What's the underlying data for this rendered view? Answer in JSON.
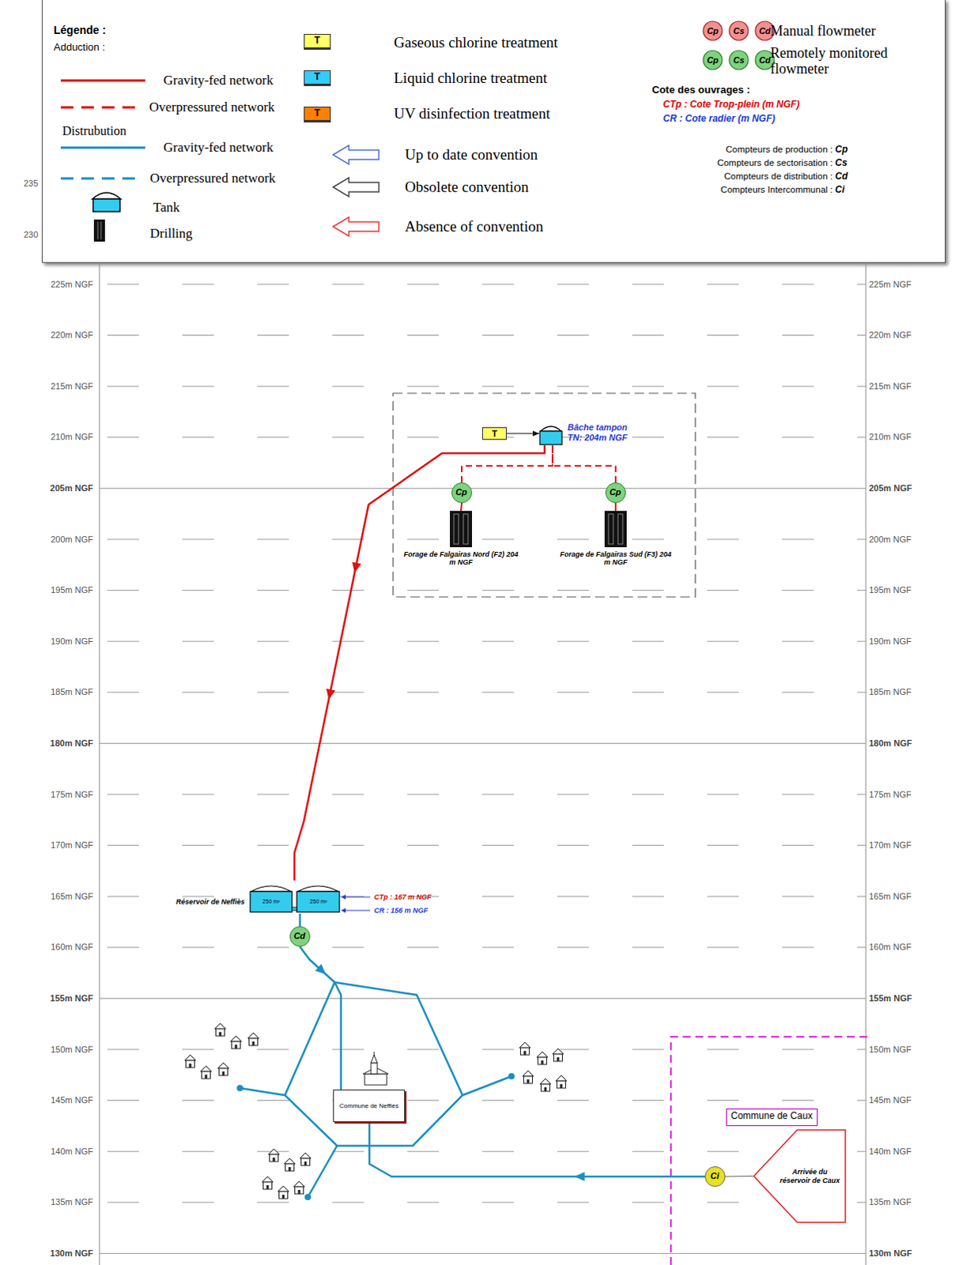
{
  "diagram": {
    "title": "Légende :",
    "nodes": [
      {
        "text": [
          "T"
        ]
      },
      {
        "text": [
          "Bâche tampon TN: 204m NGF"
        ]
      },
      {
        "text": [
          "Cp"
        ]
      },
      {
        "text": [
          "Cp"
        ]
      },
      {
        "text": [
          "Forage de Falgairas Nord (F2) 204 m NGF"
        ]
      },
      {
        "text": [
          "Forage de Falgairas Sud (F3) 204 m NGF"
        ]
      },
      {
        "text": [
          "Réservoir de Neffiès",
          "250 m³",
          "250 m³"
        ]
      },
      {
        "text": [
          "Cd"
        ]
      },
      {
        "text": [
          "Commune de Neffiès"
        ]
      },
      {
        "text": [
          "Commune de Caux"
        ]
      },
      {
        "text": [
          "Ci"
        ]
      },
      {
        "text": [
          "Arrivée du réservoir de Caux"
        ]
      }
    ],
    "edges": [
      {
        "from": 0,
        "to": 1,
        "arrow": "to"
      },
      {
        "from": 2,
        "to": 1,
        "arrow": "none"
      },
      {
        "from": 3,
        "to": 1,
        "arrow": "none"
      },
      {
        "from": 4,
        "to": 2,
        "arrow": "none"
      },
      {
        "from": 5,
        "to": 3,
        "arrow": "none"
      },
      {
        "from": 1,
        "to": 6,
        "arrow": "to"
      },
      {
        "from": 6,
        "to": 7,
        "arrow": "none"
      },
      {
        "from": 7,
        "to": 8,
        "arrow": "to"
      },
      {
        "from": 11,
        "to": 10,
        "arrow": "none"
      },
      {
        "from": 10,
        "to": 8,
        "arrow": "to"
      }
    ],
    "labels": [
      "Adduction :",
      "Distrubution",
      "235",
      "230",
      "T",
      "T",
      "T",
      "Cp",
      "Cs",
      "Cd",
      "Cp",
      "Cs",
      "Cd",
      "Cote des ouvrages :",
      "CTp : Cote Trop-plein (m NGF)",
      "CR : Cote radier (m NGF)",
      "Compteurs de production :",
      "Cp",
      "Compteurs de sectorisation :",
      "Cs",
      "Compteurs de distribution :",
      "Cd",
      "Compteurs Intercommunal :",
      "Ci",
      "CTp : 167 m NGF",
      "CR : 156 m NGF",
      "225m NGF",
      "225m NGF",
      "220m NGF",
      "220m NGF",
      "215m NGF",
      "215m NGF",
      "210m NGF",
      "210m NGF",
      "205m NGF",
      "205m NGF",
      "200m NGF",
      "200m NGF",
      "195m NGF",
      "195m NGF",
      "190m NGF",
      "190m NGF",
      "185m NGF",
      "185m NGF",
      "180m NGF",
      "180m NGF",
      "175m NGF",
      "175m NGF",
      "170m NGF",
      "170m NGF",
      "165m NGF",
      "165m NGF",
      "160m NGF",
      "160m NGF",
      "155m NGF",
      "155m NGF",
      "150m NGF",
      "150m NGF",
      "145m NGF",
      "145m NGF",
      "140m NGF",
      "140m NGF",
      "135m NGF",
      "135m NGF",
      "130m NGF",
      "130m NGF"
    ],
    "legend": [
      {
        "text": "Gravity-fed network"
      },
      {
        "text": "Overpressured network"
      },
      {
        "text": "Gravity-fed network"
      },
      {
        "text": "Overpressured network"
      },
      {
        "text": "Tank"
      },
      {
        "text": "Drilling"
      },
      {
        "text": "Gaseous chlorine treatment",
        "color": "#ffff66"
      },
      {
        "text": "Liquid chlorine treatment",
        "color": "#33ccff"
      },
      {
        "text": "UV disinfection treatment",
        "color": "#ff8000"
      },
      {
        "text": "Up to date convention"
      },
      {
        "text": "Obsolete convention"
      },
      {
        "text": "Absence of convention"
      },
      {
        "text": "Manual flowmeter"
      },
      {
        "text": "Remotely monitored flowmeter"
      }
    ]
  }
}
